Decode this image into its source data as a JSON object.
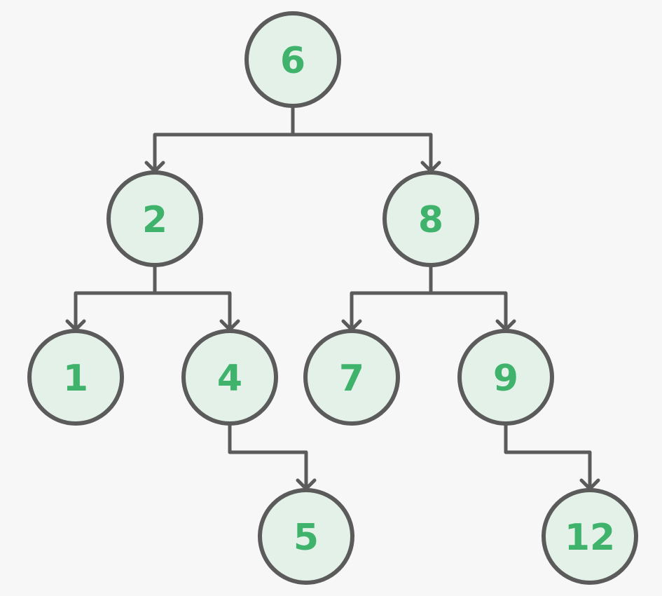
{
  "diagram": {
    "nodes": [
      {
        "id": "n6",
        "label": "6"
      },
      {
        "id": "n2",
        "label": "2"
      },
      {
        "id": "n8",
        "label": "8"
      },
      {
        "id": "n1",
        "label": "1"
      },
      {
        "id": "n4",
        "label": "4"
      },
      {
        "id": "n7",
        "label": "7"
      },
      {
        "id": "n9",
        "label": "9"
      },
      {
        "id": "n5",
        "label": "5"
      },
      {
        "id": "n12",
        "label": "12"
      }
    ],
    "edges": [
      {
        "from": "n6",
        "to": "n2"
      },
      {
        "from": "n6",
        "to": "n8"
      },
      {
        "from": "n2",
        "to": "n1"
      },
      {
        "from": "n2",
        "to": "n4"
      },
      {
        "from": "n8",
        "to": "n7"
      },
      {
        "from": "n8",
        "to": "n9"
      },
      {
        "from": "n4",
        "to": "n5"
      },
      {
        "from": "n9",
        "to": "n12"
      }
    ],
    "colors": {
      "background": "#f7f7f7",
      "node_fill": "#e3f1e8",
      "node_stroke": "#5b5b5b",
      "label": "#3fb26b",
      "edge": "#5b5b5b"
    }
  }
}
